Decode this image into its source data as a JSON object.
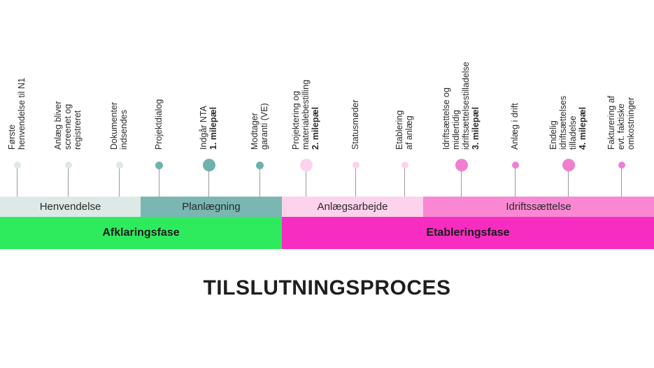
{
  "milestones": [
    {
      "lines": [
        "Første",
        "henvendelse til N1"
      ],
      "bold": "",
      "color": "#dde9e6"
    },
    {
      "lines": [
        "Anlæg bliver",
        "screenet og",
        "registreret"
      ],
      "bold": "",
      "color": "#dde9e6"
    },
    {
      "lines": [
        "Dokumenter",
        "indsendes"
      ],
      "bold": "",
      "color": "#dde9e6"
    },
    {
      "lines": [
        "Projektdialog"
      ],
      "bold": "",
      "color": "#6fb2ac"
    },
    {
      "lines": [
        "Indgår NTA"
      ],
      "bold": "1. milepæl",
      "color": "#6fb2ac"
    },
    {
      "lines": [
        "Modtager",
        "garanti (VE)"
      ],
      "bold": "",
      "color": "#6fb2ac"
    },
    {
      "lines": [
        "Projektering og",
        "materialebestilling"
      ],
      "bold": "2. milepæl",
      "color": "#fbd3ec"
    },
    {
      "lines": [
        "Statusmøder"
      ],
      "bold": "",
      "color": "#fbd3ec"
    },
    {
      "lines": [
        "Etablering",
        "af anlæg"
      ],
      "bold": "",
      "color": "#fbd3ec"
    },
    {
      "lines": [
        "Idriftsættelse og",
        "midlertidig",
        "idriftsættelsestilladelse"
      ],
      "bold": "3. milepæl",
      "color": "#f07fd0"
    },
    {
      "lines": [
        "Anlæg i drift"
      ],
      "bold": "",
      "color": "#f07fd0"
    },
    {
      "lines": [
        "Endelig",
        "idriftsættelses",
        "tilladelse"
      ],
      "bold": "4. milepæl",
      "color": "#f07fd0"
    },
    {
      "lines": [
        "Fakturering af",
        "evt. faktiske",
        "omkostninger"
      ],
      "bold": "",
      "color": "#f07fd0"
    }
  ],
  "phases": [
    {
      "label": "Henvendelse",
      "color": "#dde9e6"
    },
    {
      "label": "Planlægning",
      "color": "#7ab7b2"
    },
    {
      "label": "Anlægsarbejde",
      "color": "#fcd2ec"
    },
    {
      "label": "Idriftssættelse",
      "color": "#fa87d3"
    }
  ],
  "fases": [
    {
      "label": "Afklaringsfase",
      "color": "#2eeb5e"
    },
    {
      "label": "Etableringsfase",
      "color": "#f72cc1"
    }
  ],
  "title": "TILSLUTNINGSPROCES"
}
